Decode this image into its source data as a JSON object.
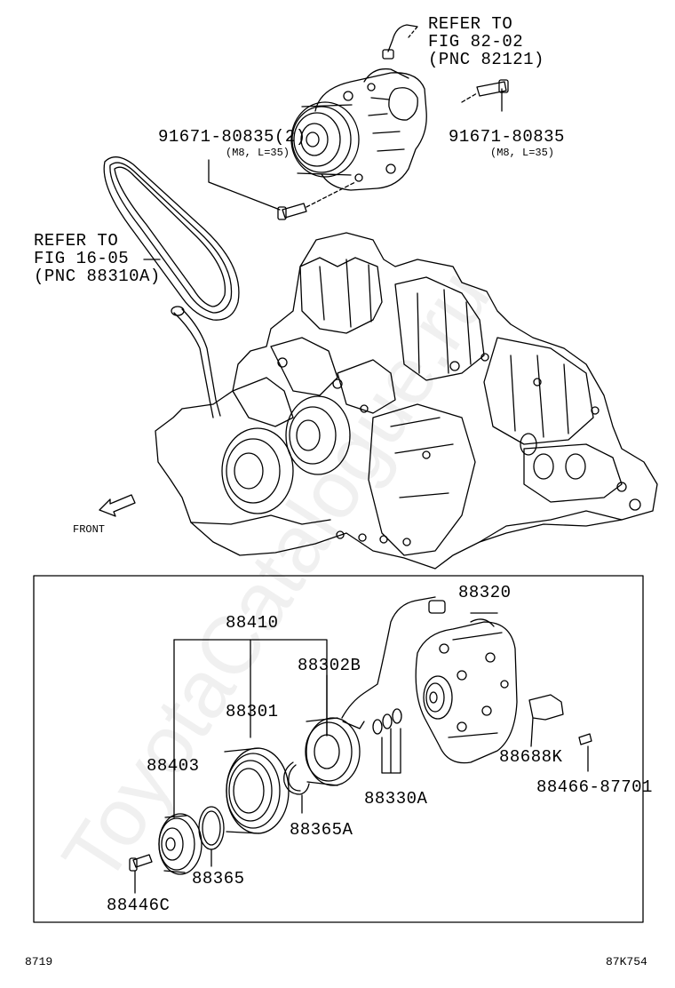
{
  "refs": {
    "top": [
      "REFER TO",
      "FIG 82-02",
      "(PNC 82121)"
    ],
    "left": [
      "REFER TO",
      "FIG 16-05",
      "(PNC 88310A)"
    ]
  },
  "front_label": "FRONT",
  "bolts": {
    "left": {
      "part": "91671-80835(2)",
      "spec": "(M8, L=35)"
    },
    "right": {
      "part": "91671-80835",
      "spec": "(M8, L=35)"
    }
  },
  "parts": {
    "p88320": "88320",
    "p88410": "88410",
    "p88302B": "88302B",
    "p88301": "88301",
    "p88403": "88403",
    "p88330A": "88330A",
    "p88688K": "88688K",
    "p88466": "88466-87701",
    "p88365A": "88365A",
    "p88365": "88365",
    "p88446C": "88446C"
  },
  "footer": {
    "left": "8719",
    "right": "87K754"
  },
  "watermark": "ToyotaCatalogue.ru"
}
